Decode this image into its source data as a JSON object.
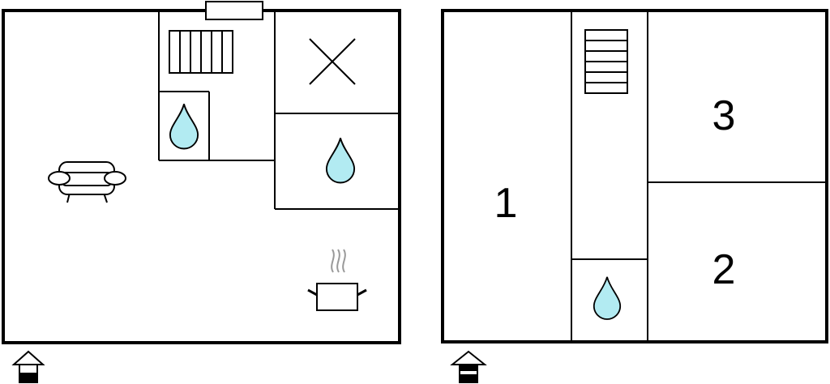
{
  "floors": [
    {
      "name": "ground-floor",
      "icons": [
        "sofa-icon",
        "stairs-icon",
        "water-drop-icon",
        "void-cross-icon",
        "cooking-pot-icon",
        "entrance-icon"
      ]
    },
    {
      "name": "upper-floor",
      "rooms": [
        {
          "label": "1"
        },
        {
          "label": "3"
        },
        {
          "label": "2"
        }
      ],
      "icons": [
        "stairs-icon",
        "water-drop-icon",
        "entrance-icon"
      ]
    }
  ],
  "colors": {
    "line": "#000000",
    "water": "#b2ebf2",
    "steam": "#999999",
    "background": "#ffffff"
  }
}
